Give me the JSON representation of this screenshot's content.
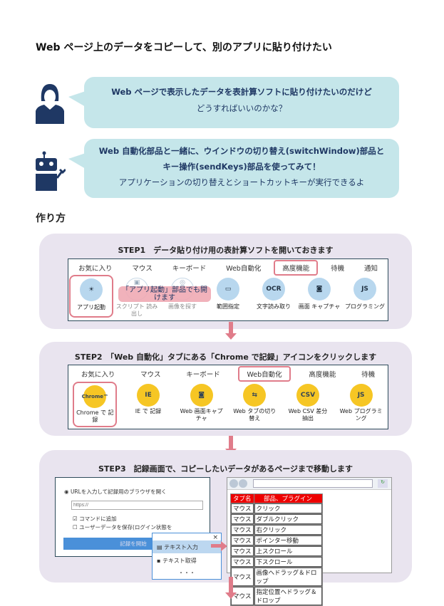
{
  "title": "Web ページ上のデータをコピーして、別のアプリに貼り付けたい",
  "bubble1": {
    "line1": "Web ページで表示したデータを表計算ソフトに貼り付けたいのだけど",
    "line2": "どうすればいいのかな？"
  },
  "bubble2": {
    "line1": "Web 自動化部品と一緒に、ウインドウの切り替え(switchWindow)部品と",
    "line2": "キー操作(sendKeys)部品を使ってみて！",
    "line3": "アプリケーションの切り替えとショートカットキーが実行できるよ"
  },
  "howto": "作り方",
  "step1": {
    "title": "STEP1　データ貼り付け用の表計算ソフトを開いておきます",
    "tabs": [
      "お気に入り",
      "マウス",
      "キーボード",
      "Web自動化",
      "高度機能",
      "待機",
      "通知"
    ],
    "icons": [
      {
        "label": "アプリ起動",
        "glyph": "☀"
      },
      {
        "label": "スクリプト 読み出し",
        "glyph": "▣"
      },
      {
        "label": "画像を探す",
        "glyph": "◎"
      },
      {
        "label": "範囲指定",
        "glyph": "▭"
      },
      {
        "label": "文字読み取り",
        "glyph": "OCR"
      },
      {
        "label": "画面 キャプチャ",
        "glyph": "◙"
      },
      {
        "label": "プログラミング",
        "glyph": "JS"
      }
    ],
    "callout": "「アプリ起動」部品でも開けます"
  },
  "step2": {
    "title": "STEP2　「Web 自動化」タブにある「Chrome で記録」アイコンをクリックします",
    "tabs": [
      "お気に入り",
      "マウス",
      "キーボード",
      "Web自動化",
      "高度機能",
      "待機"
    ],
    "icons": [
      {
        "label": "Chrome で 記録",
        "glyph": "Chrome™"
      },
      {
        "label": "IE で 記録",
        "glyph": "IE"
      },
      {
        "label": "Web 画面キャプチャ",
        "glyph": "◙"
      },
      {
        "label": "Web タブの切り替え",
        "glyph": "⇆"
      },
      {
        "label": "Web CSV 差分抽出",
        "glyph": "CSV"
      },
      {
        "label": "Web プログラミング",
        "glyph": "JS"
      }
    ]
  },
  "step3": {
    "title": "STEP3　記録画面で、コピーしたいデータがあるページまで移動します",
    "dialog": {
      "radio": "URLを入力して記録用のブラウザを開く",
      "url_placeholder": "https://",
      "check1": "コマンドに追加",
      "check2": "ユーザーデータを保存(ログイン状態を",
      "button": "記録を開始"
    },
    "popup": {
      "item1": "テキスト入力",
      "item2": "テキスト取得",
      "more": "・・・",
      "close": "×"
    },
    "table": {
      "headers": [
        "タブ名",
        "部品、プラグイン"
      ],
      "rows": [
        [
          "マウス",
          "クリック"
        ],
        [
          "マウス",
          "ダブルクリック"
        ],
        [
          "マウス",
          "右クリック"
        ],
        [
          "マウス",
          "ポインター移動"
        ],
        [
          "マウス",
          "上スクロール"
        ],
        [
          "マウス",
          "下スクロール"
        ],
        [
          "マウス",
          "画像へドラッグ＆ドロップ"
        ],
        [
          "マウス",
          "指定位置へドラッグ＆ドロップ"
        ]
      ]
    }
  }
}
